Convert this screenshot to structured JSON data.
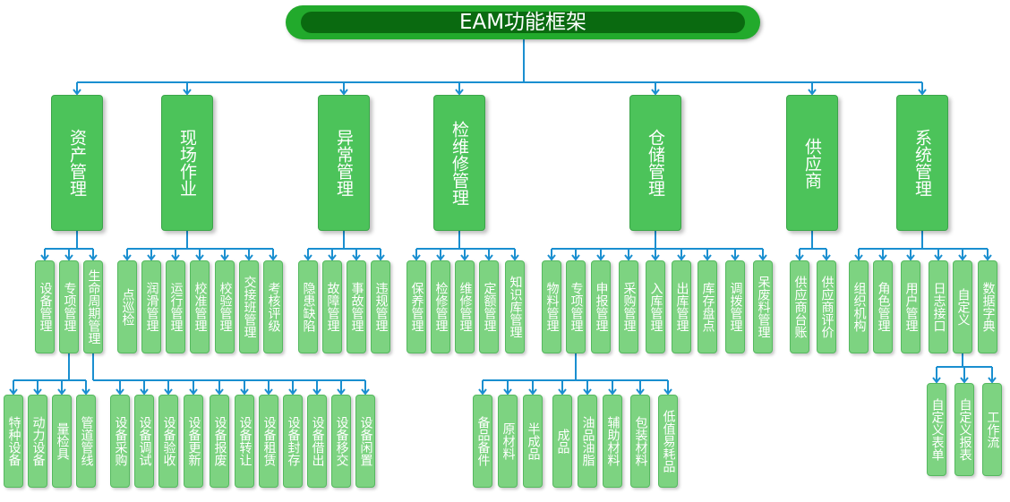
{
  "title": "EAM功能框架",
  "colors": {
    "connector": "#1a8fd0",
    "title_outer": "#22aa2c",
    "title_inner": "#0a6a10",
    "node_l1": "#4cc35a",
    "node_l2": "#7dd381"
  },
  "modules": [
    {
      "label": "资产管理",
      "children": [
        {
          "label": "设备管理"
        },
        {
          "label": "专项管理"
        },
        {
          "label": "生命周期管理"
        }
      ]
    },
    {
      "label": "现场作业",
      "children": [
        {
          "label": "点巡检"
        },
        {
          "label": "润滑管理"
        },
        {
          "label": "运行管理"
        },
        {
          "label": "校准管理"
        },
        {
          "label": "校验管理"
        },
        {
          "label": "交接班管理"
        },
        {
          "label": "考核评级"
        }
      ]
    },
    {
      "label": "异常管理",
      "children": [
        {
          "label": "隐患缺陷"
        },
        {
          "label": "故障管理"
        },
        {
          "label": "事故管理"
        },
        {
          "label": "违规管理"
        }
      ]
    },
    {
      "label": "检维修管理",
      "children": [
        {
          "label": "保养管理"
        },
        {
          "label": "检修管理"
        },
        {
          "label": "维修管理"
        },
        {
          "label": "定额管理"
        },
        {
          "label": "知识库管理"
        }
      ]
    },
    {
      "label": "仓储管理",
      "children": [
        {
          "label": "物料管理"
        },
        {
          "label": "专项管理"
        },
        {
          "label": "申报管理"
        },
        {
          "label": "采购管理"
        },
        {
          "label": "入库管理"
        },
        {
          "label": "出库管理"
        },
        {
          "label": "库存盘点"
        },
        {
          "label": "调拨管理"
        },
        {
          "label": "呆废料管理"
        }
      ]
    },
    {
      "label": "供应商",
      "children": [
        {
          "label": "供应商台账"
        },
        {
          "label": "供应商评价"
        }
      ]
    },
    {
      "label": "系统管理",
      "children": [
        {
          "label": "组织机构"
        },
        {
          "label": "角色管理"
        },
        {
          "label": "用户管理"
        },
        {
          "label": "日志接口"
        },
        {
          "label": "自定义"
        },
        {
          "label": "数据字典"
        }
      ]
    }
  ],
  "sub_groups": [
    {
      "parent": "专项管理",
      "items": [
        "特种设备",
        "动力设备",
        "量检具",
        "管道管线"
      ]
    },
    {
      "parent": "生命周期管理",
      "items": [
        "设备采购",
        "设备调试",
        "设备验收",
        "设备更新",
        "设备报废",
        "设备转让",
        "设备租赁",
        "设备封存",
        "设备借出",
        "设备移交",
        "设备闲置"
      ]
    },
    {
      "parent": "专项管理",
      "items": [
        "备品备件",
        "原材料",
        "半成品",
        "成品",
        "油品油脂",
        "辅助材料",
        "包装材料",
        "低值易耗品"
      ]
    },
    {
      "parent": "自定义",
      "items": [
        "自定义表单",
        "自定义报表",
        "工作流"
      ]
    }
  ]
}
